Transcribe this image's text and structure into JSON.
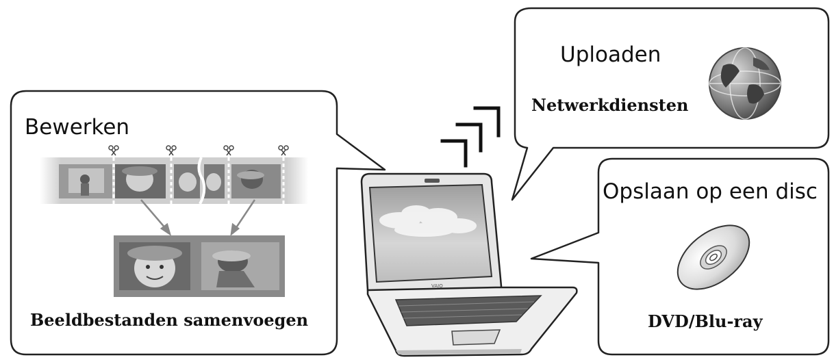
{
  "edit_panel": {
    "title": "Bewerken",
    "caption": "Beeldbestanden samenvoegen"
  },
  "upload_panel": {
    "title": "Uploaden",
    "caption": "Netwerkdiensten"
  },
  "disc_panel": {
    "title": "Opslaan op een disc",
    "caption": "DVD/Blu-ray"
  },
  "icons": {
    "scissors": "scissors-icon",
    "globe": "globe-icon",
    "disc": "disc-icon",
    "laptop": "laptop-icon",
    "wireless": "wireless-signal-icon"
  },
  "colors": {
    "outline": "#222222",
    "photo_dark": "#555555",
    "photo_light": "#b5b5b5",
    "strip": "#c8c8c8",
    "globe": "#8a8a8a"
  }
}
